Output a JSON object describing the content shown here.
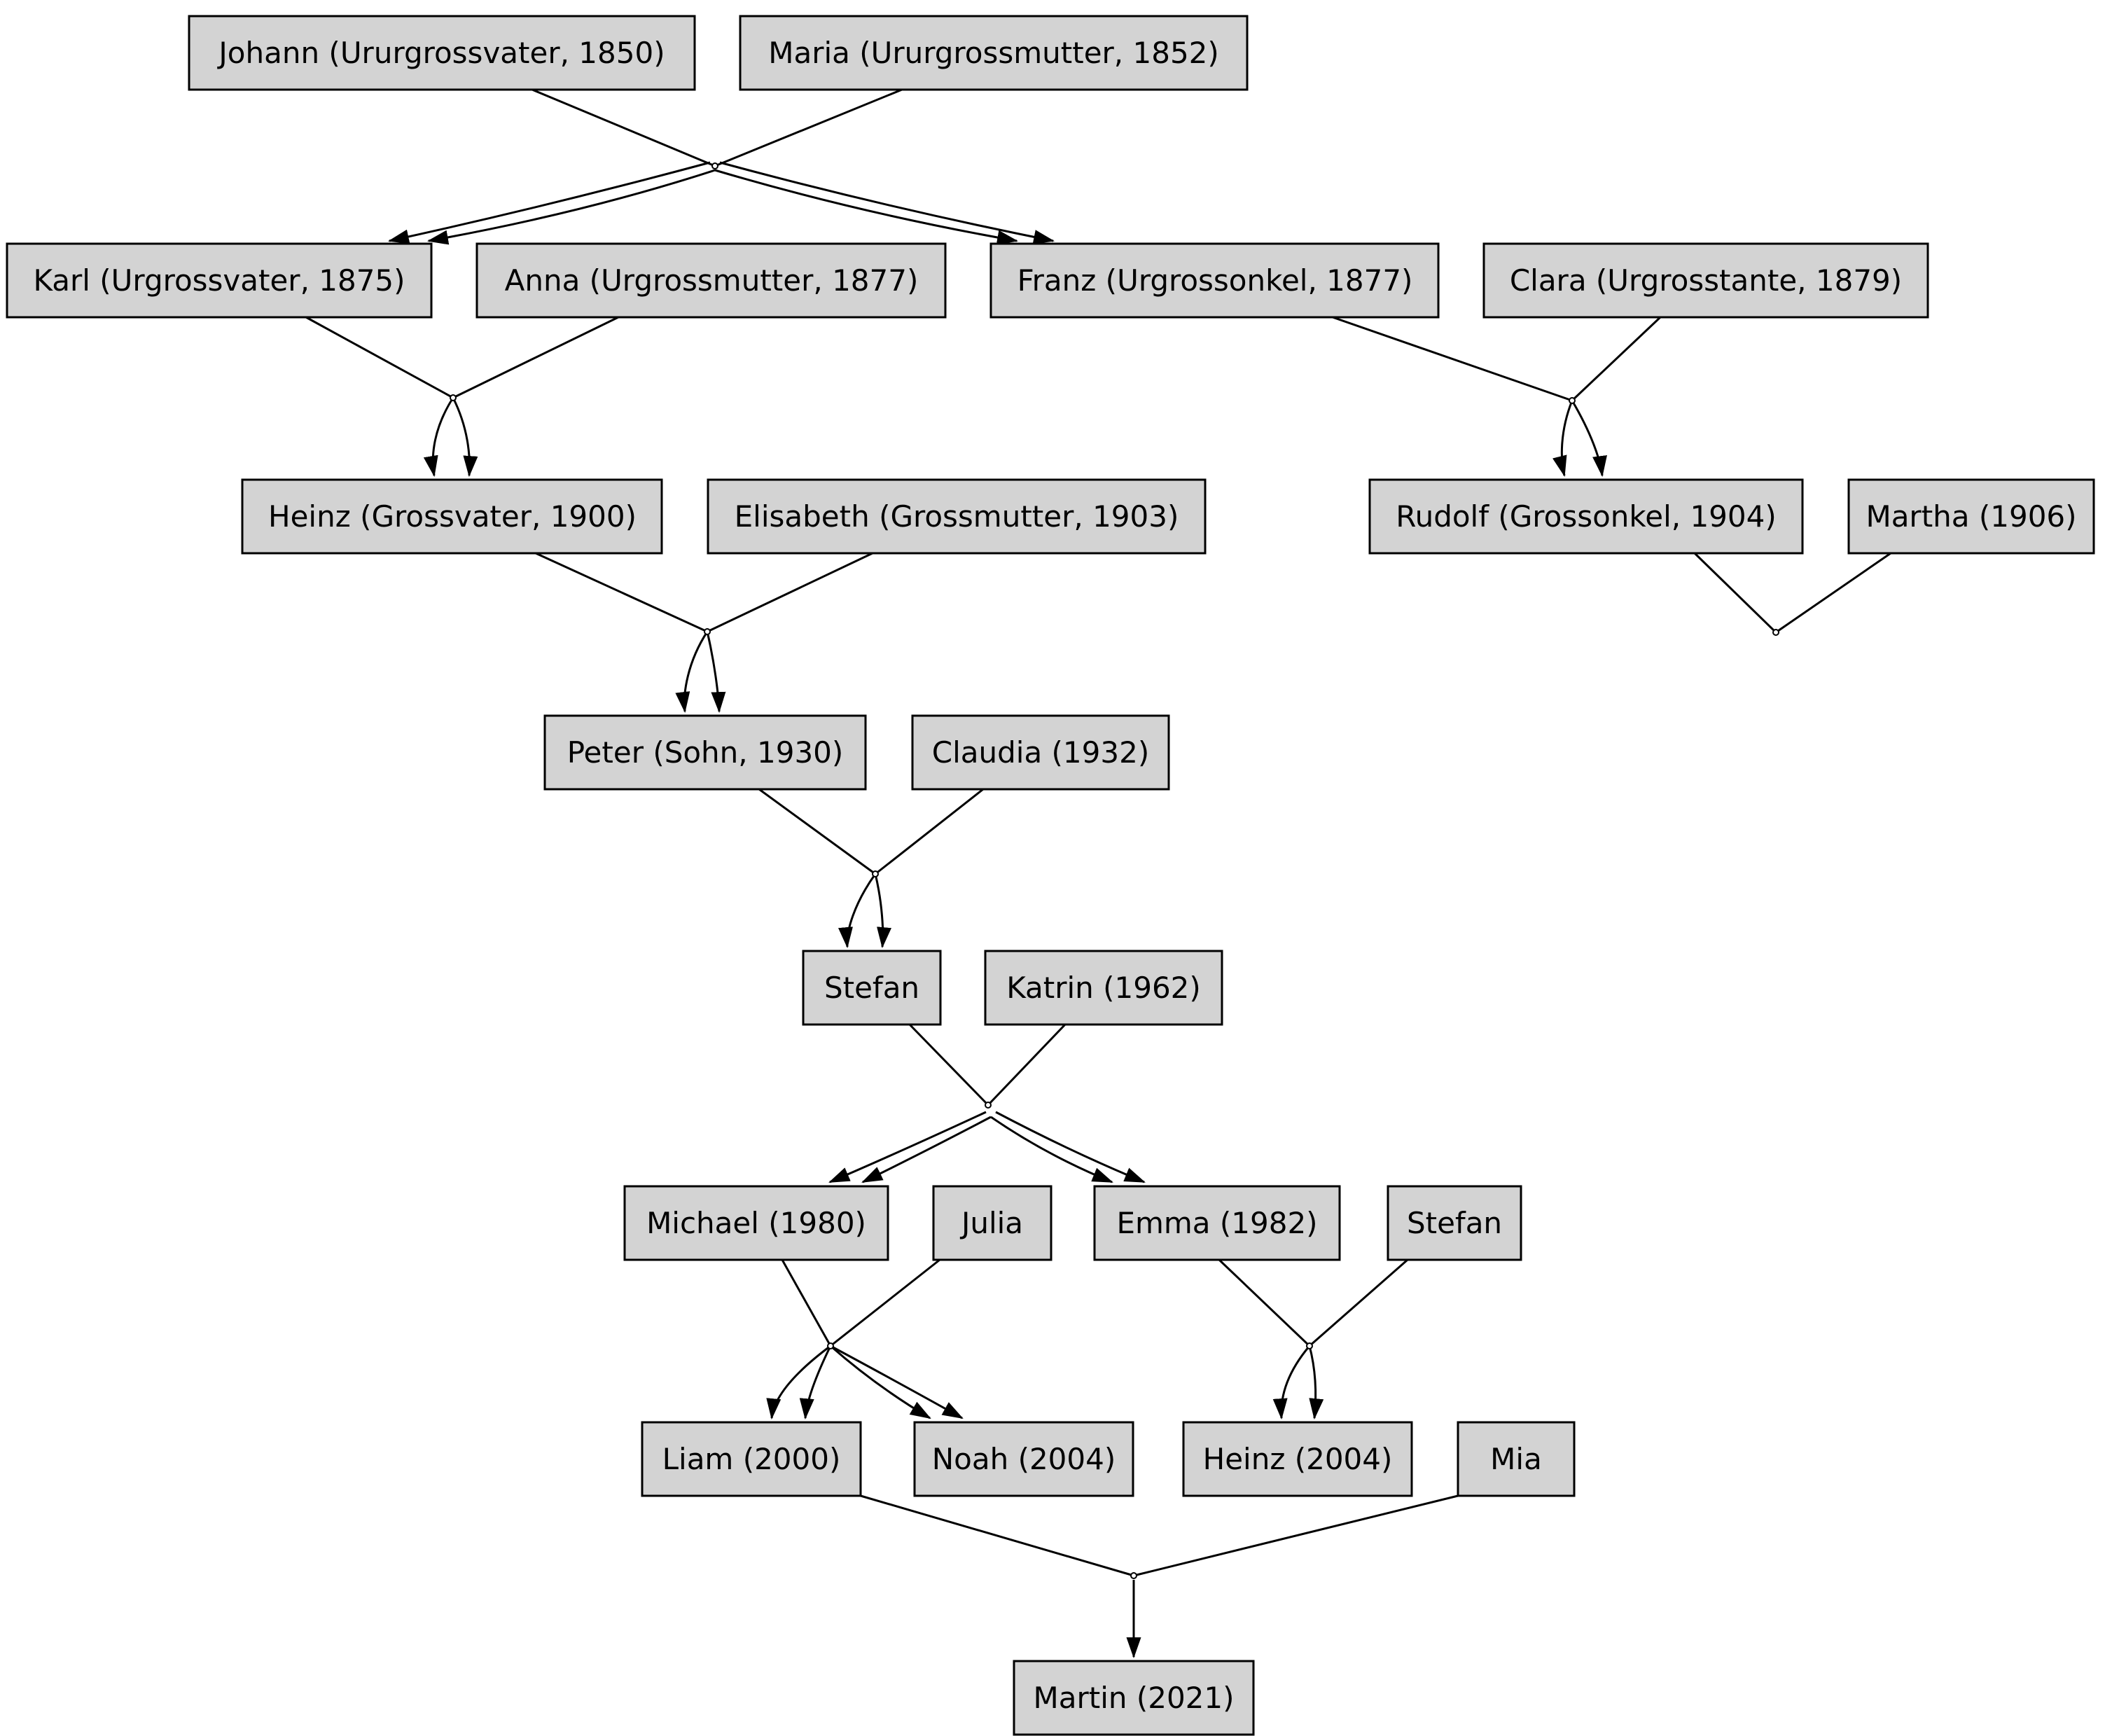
{
  "diagram": {
    "title": "Family tree (German kinship labels)",
    "background_color": "#ffffff",
    "node_fill_color": "#d3d3d3",
    "node_border_color": "#000000",
    "edge_color": "#000000",
    "nodes": [
      {
        "id": "johann",
        "label": "Johann (Ururgrossvater, 1850)"
      },
      {
        "id": "maria",
        "label": "Maria (Ururgrossmutter, 1852)"
      },
      {
        "id": "karl",
        "label": "Karl (Urgrossvater, 1875)"
      },
      {
        "id": "anna",
        "label": "Anna (Urgrossmutter, 1877)"
      },
      {
        "id": "franz",
        "label": "Franz (Urgrossonkel, 1877)"
      },
      {
        "id": "clara",
        "label": "Clara (Urgrosstante, 1879)"
      },
      {
        "id": "heinz",
        "label": "Heinz (Grossvater, 1900)"
      },
      {
        "id": "elisabeth",
        "label": "Elisabeth (Grossmutter, 1903)"
      },
      {
        "id": "rudolf",
        "label": "Rudolf (Grossonkel, 1904)"
      },
      {
        "id": "martha",
        "label": "Martha (1906)"
      },
      {
        "id": "peter",
        "label": "Peter (Sohn, 1930)"
      },
      {
        "id": "claudia",
        "label": "Claudia (1932)"
      },
      {
        "id": "stefan",
        "label": "Stefan"
      },
      {
        "id": "katrin",
        "label": "Katrin (1962)"
      },
      {
        "id": "michael",
        "label": "Michael (1980)"
      },
      {
        "id": "julia",
        "label": "Julia"
      },
      {
        "id": "emma",
        "label": "Emma (1982)"
      },
      {
        "id": "stefan2",
        "label": "Stefan"
      },
      {
        "id": "liam",
        "label": "Liam (2000)"
      },
      {
        "id": "noah",
        "label": "Noah (2004)"
      },
      {
        "id": "heinz2",
        "label": "Heinz (2004)"
      },
      {
        "id": "mia",
        "label": "Mia"
      },
      {
        "id": "martin",
        "label": "Martin (2021)"
      }
    ],
    "families": [
      {
        "parents": [
          "Johann (Ururgrossvater, 1850)",
          "Maria (Ururgrossmutter, 1852)"
        ],
        "children": [
          "Karl (Urgrossvater, 1875)",
          "Franz (Urgrossonkel, 1877)"
        ]
      },
      {
        "parents": [
          "Karl (Urgrossvater, 1875)",
          "Anna (Urgrossmutter, 1877)"
        ],
        "children": [
          "Heinz (Grossvater, 1900)"
        ]
      },
      {
        "parents": [
          "Franz (Urgrossonkel, 1877)",
          "Clara (Urgrosstante, 1879)"
        ],
        "children": [
          "Rudolf (Grossonkel, 1904)"
        ]
      },
      {
        "parents": [
          "Heinz (Grossvater, 1900)",
          "Elisabeth (Grossmutter, 1903)"
        ],
        "children": [
          "Peter (Sohn, 1930)"
        ]
      },
      {
        "parents": [
          "Rudolf (Grossonkel, 1904)",
          "Martha (1906)"
        ],
        "children": []
      },
      {
        "parents": [
          "Peter (Sohn, 1930)",
          "Claudia (1932)"
        ],
        "children": [
          "Stefan"
        ]
      },
      {
        "parents": [
          "Stefan",
          "Katrin (1962)"
        ],
        "children": [
          "Michael (1980)",
          "Emma (1982)"
        ]
      },
      {
        "parents": [
          "Michael (1980)",
          "Julia"
        ],
        "children": [
          "Liam (2000)",
          "Noah (2004)"
        ]
      },
      {
        "parents": [
          "Emma (1982)",
          "Stefan"
        ],
        "children": [
          "Heinz (2004)"
        ]
      },
      {
        "parents": [
          "Liam (2000)",
          "Mia"
        ],
        "children": [
          "Martin (2021)"
        ]
      }
    ]
  }
}
